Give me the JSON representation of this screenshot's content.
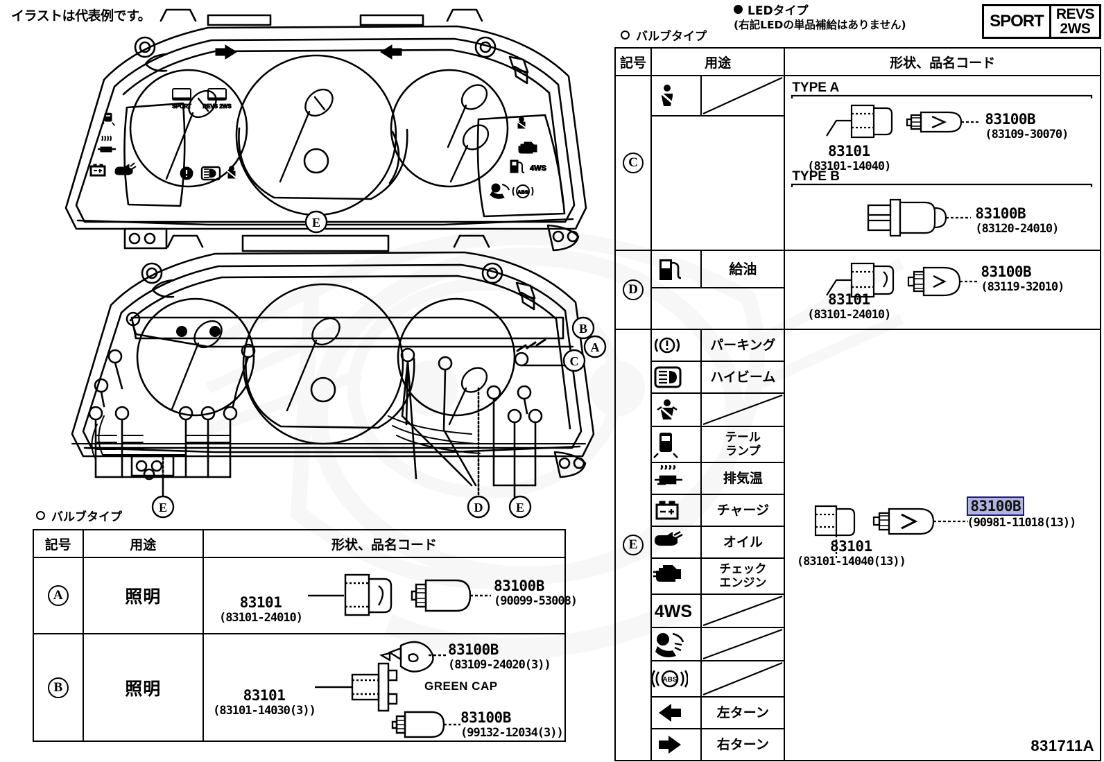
{
  "notes": {
    "illustration_note": "イラストは代表例です。",
    "led_type_title": "LEDタイプ",
    "led_type_sub": "(右記LEDの単品補給はありません)",
    "bulb_type_label_right": "バルブタイプ",
    "bulb_type_label_left": "バルブタイプ",
    "diagram_number": "831711A"
  },
  "badges": {
    "sport": "SPORT",
    "revs_line1": "REVS",
    "revs_line2": "2WS"
  },
  "table_headers": {
    "code": "記号",
    "use": "用途",
    "shape": "形状、品名コード"
  },
  "left_table": {
    "rows": [
      {
        "code": "A",
        "use": "照明",
        "socket_main": "83101",
        "socket_sub": "(83101-24010)",
        "bulbs": [
          {
            "main": "83100B",
            "sub": "(90099-53008)",
            "extra": ""
          }
        ]
      },
      {
        "code": "B",
        "use": "照明",
        "socket_main": "83101",
        "socket_sub": "(83101-14030(3))",
        "bulbs": [
          {
            "main": "83100B",
            "sub": "(83109-24020(3))",
            "extra": "GREEN CAP"
          },
          {
            "main": "83100B",
            "sub": "(99132-12034(3))",
            "extra": ""
          }
        ]
      }
    ]
  },
  "right_table": {
    "rows": [
      {
        "code": "C",
        "symbols": [
          {
            "icon": "seatbelt-icon",
            "use": ""
          }
        ],
        "types": [
          {
            "type_label": "TYPE A",
            "socket_main": "83101",
            "socket_sub": "(83101-14040)",
            "bulb_main": "83100B",
            "bulb_sub": "(83109-30070)"
          },
          {
            "type_label": "TYPE B",
            "socket_main": "",
            "socket_sub": "",
            "bulb_main": "83100B",
            "bulb_sub": "(83120-24010)"
          }
        ]
      },
      {
        "code": "D",
        "symbols": [
          {
            "icon": "fuel-pump-icon",
            "use": "給油"
          }
        ],
        "socket_main": "83101",
        "socket_sub": "(83101-24010)",
        "bulb_main": "83100B",
        "bulb_sub": "(83119-32010)"
      },
      {
        "code": "E",
        "symbols": [
          {
            "icon": "parking-brake-icon",
            "use": "パーキング"
          },
          {
            "icon": "high-beam-icon",
            "use": "ハイビーム"
          },
          {
            "icon": "seatbelt-icon",
            "use": ""
          },
          {
            "icon": "tail-lamp-icon",
            "use": "テール\nランプ"
          },
          {
            "icon": "exhaust-temp-icon",
            "use": "排気温"
          },
          {
            "icon": "charge-battery-icon",
            "use": "チャージ"
          },
          {
            "icon": "oil-can-icon",
            "use": "オイル"
          },
          {
            "icon": "check-engine-icon",
            "use": "チェック\nエンジン"
          },
          {
            "icon": "four-ws-icon",
            "use": ""
          },
          {
            "icon": "airbag-icon",
            "use": ""
          },
          {
            "icon": "abs-icon",
            "use": ""
          },
          {
            "icon": "arrow-left-icon",
            "use": "左ターン"
          },
          {
            "icon": "arrow-right-icon",
            "use": "右ターン"
          }
        ],
        "socket_main": "83101",
        "socket_sub": "(83101-14040(13))",
        "bulb_main": "83100B",
        "bulb_sub": "(90981-11018(13))",
        "bulb_highlighted": true
      }
    ]
  },
  "illustration": {
    "callouts": [
      "A",
      "B",
      "C",
      "D",
      "E"
    ],
    "upper_cluster_callout": "E",
    "lower_cluster_callouts": [
      "B",
      "A",
      "C",
      "D",
      "E"
    ],
    "cluster_icons_left": [
      "tail-lamp-icon",
      "exhaust-temp-icon",
      "charge-battery-icon",
      "oil-can-icon",
      "parking-brake-icon",
      "high-beam-icon",
      "seatbelt-icon"
    ],
    "cluster_icons_right": [
      "seatbelt-icon",
      "check-engine-icon",
      "fuel-pump-icon",
      "four-ws-icon",
      "airbag-icon",
      "abs-icon"
    ],
    "cluster_display_labels": [
      "SPORT",
      "REVS 2WS"
    ],
    "turn_arrows": [
      "arrow-left-icon",
      "arrow-right-icon"
    ]
  },
  "colors": {
    "highlight_bg": "#b3b3e0",
    "highlight_border": "#1a1a8c",
    "line": "#000000",
    "background": "#ffffff"
  }
}
